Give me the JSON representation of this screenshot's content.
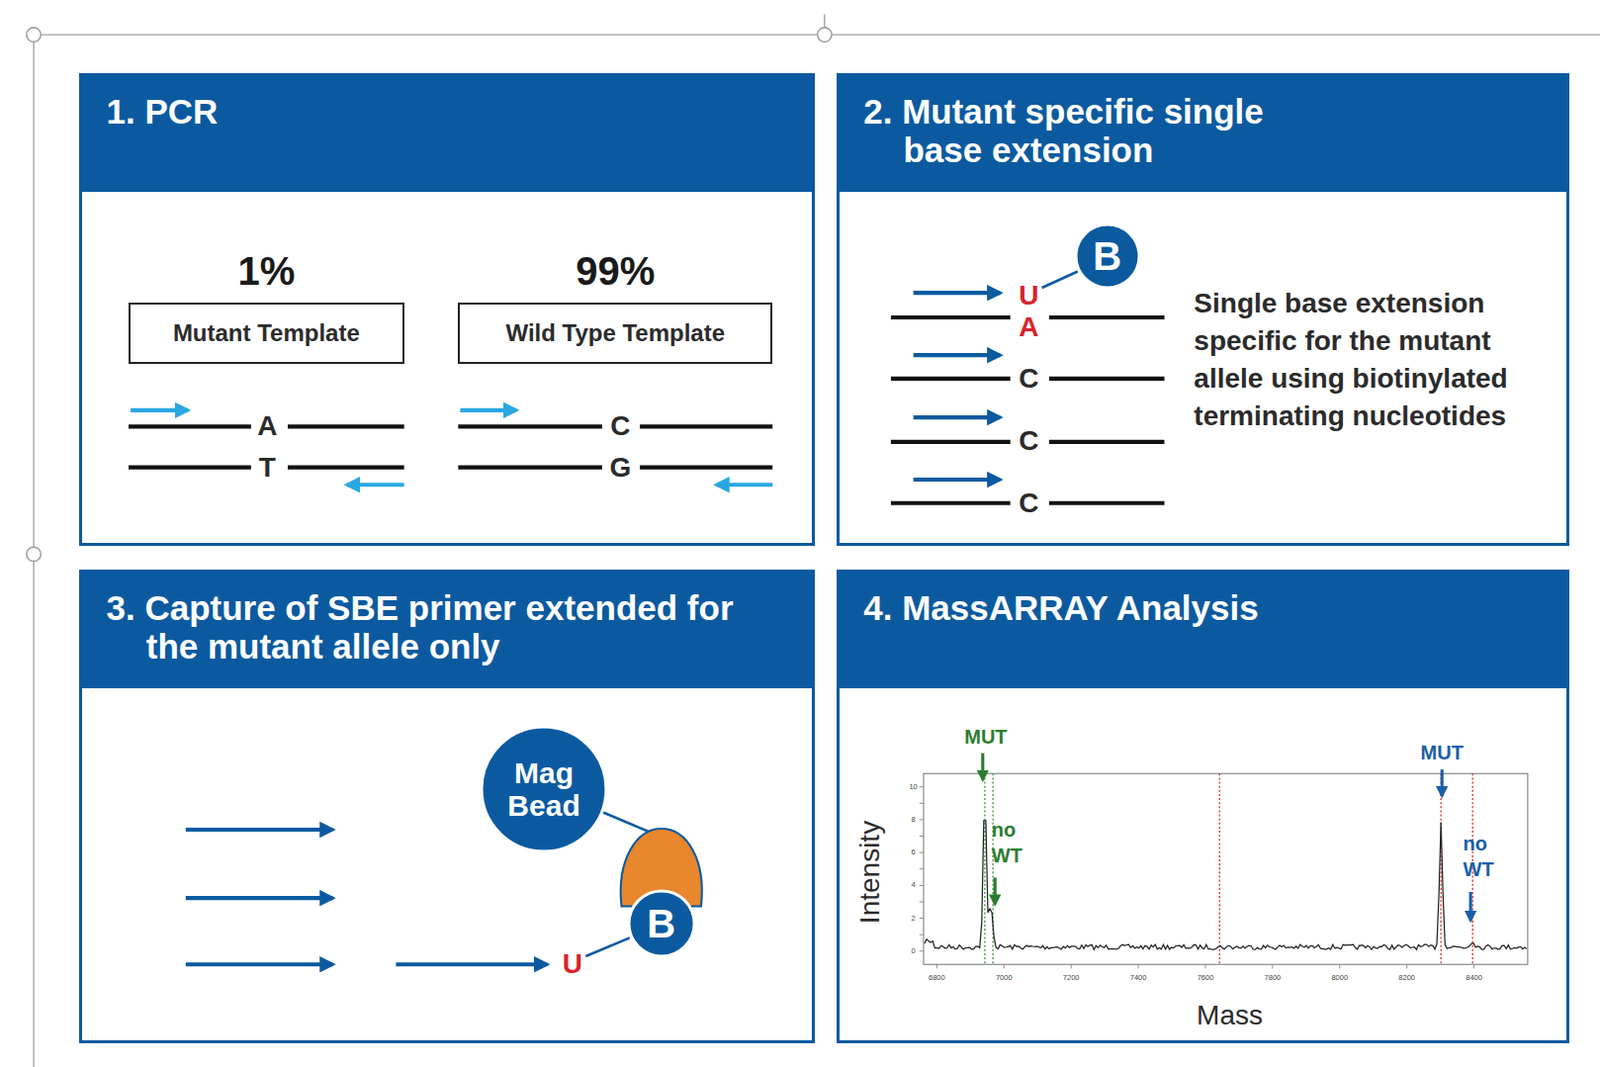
{
  "diagram": {
    "nodes": [
      {
        "text": [
          "1. PCR"
        ]
      },
      {
        "text": [
          "1%",
          "Mutant Template"
        ],
        "in": 0
      },
      {
        "text": [
          "99%",
          "Wild Type Template"
        ],
        "in": 0
      },
      {
        "text": [
          "2. Mutant specific single base extension",
          "Single base extension specific for the mutant allele using biotinylated terminating nucleotides"
        ]
      },
      {
        "text": [
          "B"
        ],
        "in": 3
      },
      {
        "text": [
          "3. Capture of SBE primer extended for the mutant allele only"
        ]
      },
      {
        "text": [
          "Mag Bead"
        ],
        "in": 5
      },
      {
        "text": [
          "B"
        ],
        "in": 5
      },
      {
        "text": [
          "4. MassARRAY Analysis"
        ]
      }
    ],
    "labels": [
      "A",
      "T",
      "C",
      "G",
      "U",
      "A",
      "C",
      "C",
      "C",
      "U",
      "MUT",
      "no WT",
      "MUT",
      "no WT",
      "Intensity",
      "Mass",
      "0",
      "2",
      "4",
      "6",
      "8",
      "10",
      "6800",
      "7000",
      "7200",
      "7400",
      "7600",
      "7800",
      "8000",
      "8200",
      "8400"
    ]
  }
}
